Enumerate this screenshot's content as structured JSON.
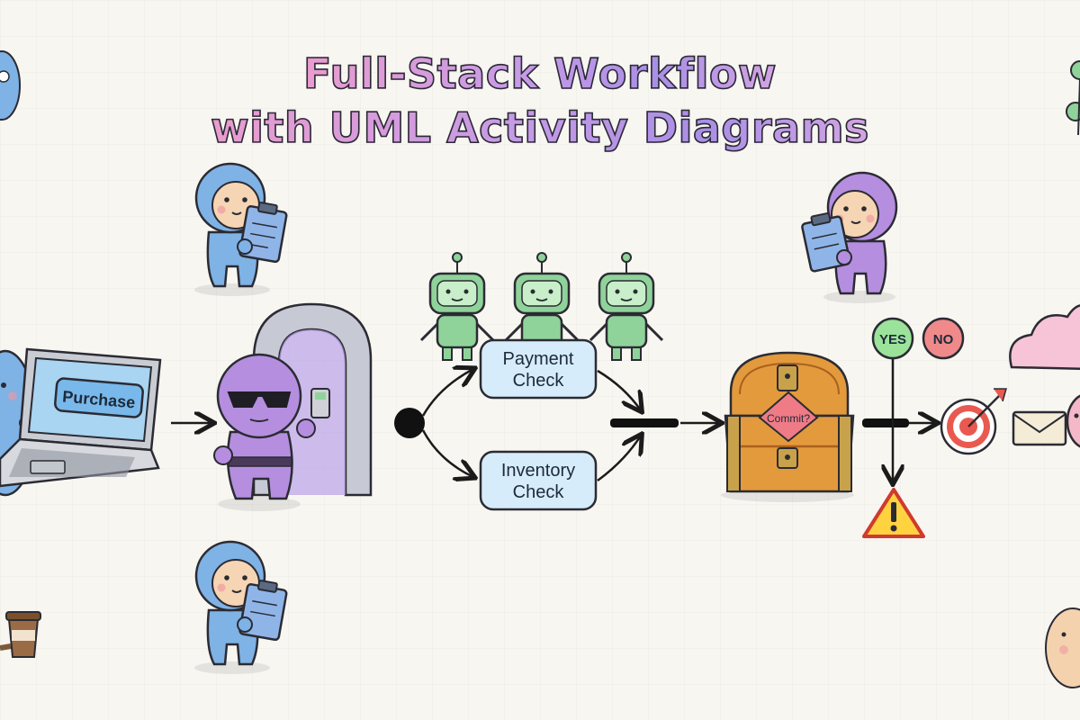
{
  "title": {
    "line1": "Full-Stack Workflow",
    "line2": "with UML Activity Diagrams"
  },
  "diagram": {
    "purchase_button": "Purchase",
    "actions": {
      "payment_line1": "Payment",
      "payment_line2": "Check",
      "inventory_line1": "Inventory",
      "inventory_line2": "Check"
    },
    "decision_label": "Commit?",
    "yes_label": "YES",
    "no_label": "NO"
  },
  "colors": {
    "blue_character": "#7fb2e5",
    "purple_character": "#b58ee0",
    "robot_green": "#8fd39a",
    "action_node_fill": "#d6ecfa",
    "yes_green": "#9be39a",
    "no_red": "#f08a8a",
    "chest_orange": "#e39a3c",
    "warning_yellow": "#ffd23f"
  }
}
